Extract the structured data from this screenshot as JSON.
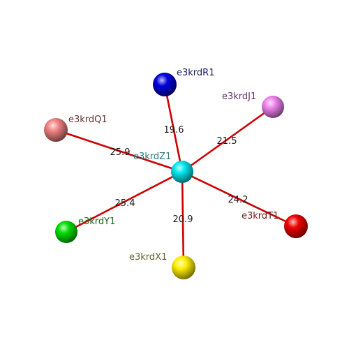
{
  "diagram": {
    "center": {
      "id": "Z1",
      "label": "e3krdZ1",
      "color": "#00e5ee",
      "label_color": "#2b7a7a"
    },
    "neighbors": [
      {
        "id": "R1",
        "label": "e3krdR1",
        "distance": "19.6",
        "color": "#0000dd",
        "label_color": "#1a1a66"
      },
      {
        "id": "J1",
        "label": "e3krdJ1",
        "distance": "21.5",
        "color": "#ee82ee",
        "label_color": "#663366"
      },
      {
        "id": "Q1",
        "label": "e3krdQ1",
        "distance": "25.9",
        "color": "#f08080",
        "label_color": "#663333"
      },
      {
        "id": "Y1",
        "label": "e3krdY1",
        "distance": "25.4",
        "color": "#00dd00",
        "label_color": "#1a661a"
      },
      {
        "id": "X1",
        "label": "e3krdX1",
        "distance": "20.9",
        "color": "#ffee00",
        "label_color": "#666633"
      },
      {
        "id": "T1",
        "label": "e3krdT1",
        "distance": "24.2",
        "color": "#ee0000",
        "label_color": "#661a1a"
      }
    ],
    "edge_color": "#cc0000"
  }
}
